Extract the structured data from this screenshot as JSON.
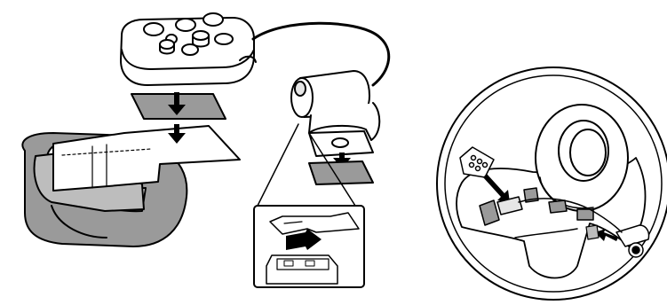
{
  "figure": {
    "panels": [
      {
        "name": "assembly-view"
      },
      {
        "name": "steering-wheel-installation-view"
      }
    ],
    "colors": {
      "line": "#000000",
      "fill_light": "#ffffff",
      "fill_gray": "#9a9a9a",
      "fill_mid": "#bdbdbd",
      "fill_pale": "#e6e6e6"
    },
    "icons": [
      "remote-control-unit",
      "receiver-unit",
      "steering-wheel",
      "strap-band",
      "adhesive-pad",
      "connector-plug"
    ]
  }
}
